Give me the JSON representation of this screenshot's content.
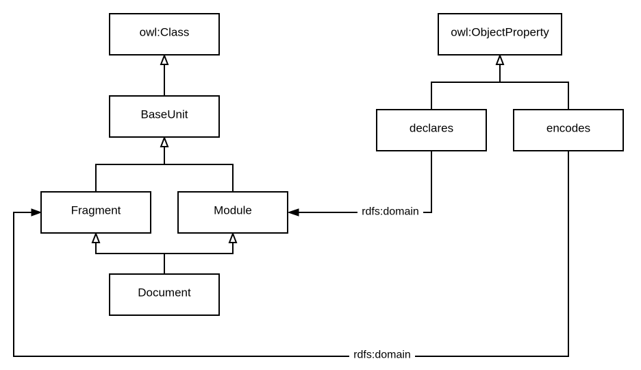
{
  "nodes": {
    "owl_class": {
      "label": "owl:Class"
    },
    "base_unit": {
      "label": "BaseUnit"
    },
    "fragment": {
      "label": "Fragment"
    },
    "module": {
      "label": "Module"
    },
    "document": {
      "label": "Document"
    },
    "owl_object_property": {
      "label": "owl:ObjectProperty"
    },
    "declares": {
      "label": "declares"
    },
    "encodes": {
      "label": "encodes"
    }
  },
  "edges": {
    "declares_domain": {
      "label": "rdfs:domain"
    },
    "encodes_domain": {
      "label": "rdfs:domain"
    }
  }
}
